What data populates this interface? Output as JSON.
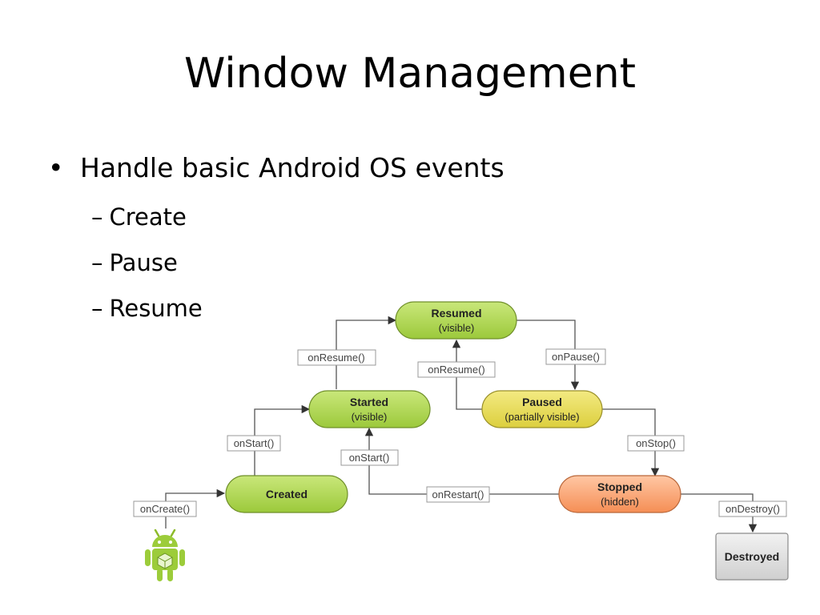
{
  "slide": {
    "title": "Window Management",
    "bullet": "Handle basic Android OS events",
    "sub_bullets": [
      "Create",
      "Pause",
      "Resume"
    ]
  },
  "diagram": {
    "states": {
      "resumed": {
        "title": "Resumed",
        "sub": "(visible)",
        "color": "#a6d144"
      },
      "started": {
        "title": "Started",
        "sub": "(visible)",
        "color": "#a6d144"
      },
      "paused": {
        "title": "Paused",
        "sub": "(partially visible)",
        "color": "#e3d64c"
      },
      "created": {
        "title": "Created",
        "sub": "",
        "color": "#a6d144"
      },
      "stopped": {
        "title": "Stopped",
        "sub": "(hidden)",
        "color": "#f99d6a"
      },
      "destroyed": {
        "title": "Destroyed",
        "sub": "",
        "color": "#dddddd"
      }
    },
    "callbacks": {
      "on_resume_top": "onResume()",
      "on_resume_mid": "onResume()",
      "on_pause": "onPause()",
      "on_start_left": "onStart()",
      "on_start_mid": "onStart()",
      "on_stop": "onStop()",
      "on_restart": "onRestart()",
      "on_create": "onCreate()",
      "on_destroy": "onDestroy()"
    },
    "android_logo": "android-robot-icon"
  }
}
